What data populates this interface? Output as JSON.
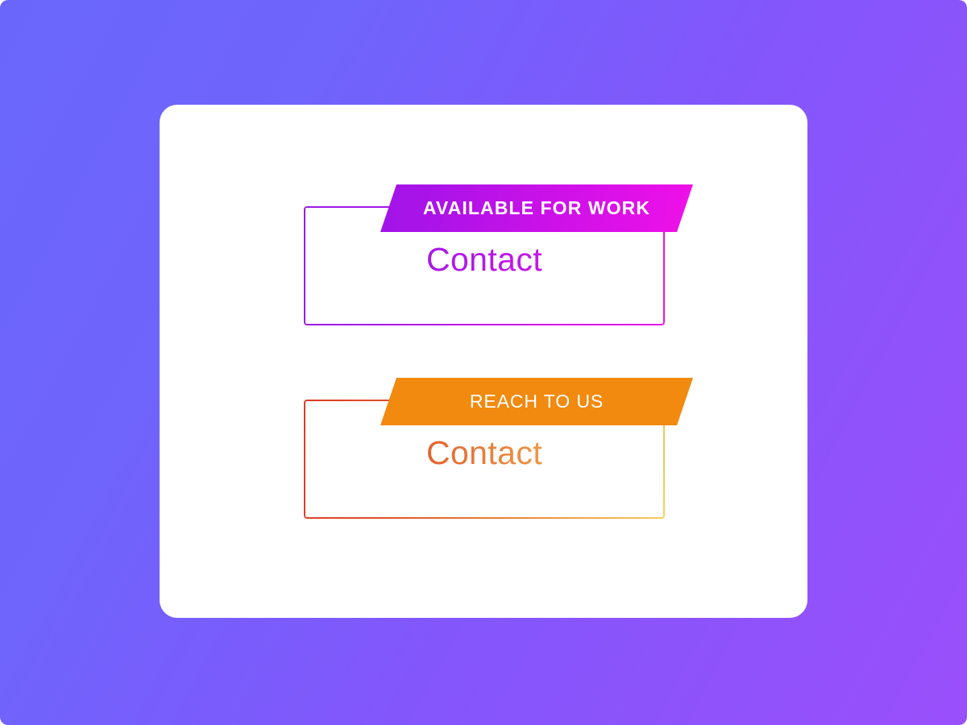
{
  "page": {
    "background_gradient_from": "#6A66FC",
    "background_gradient_to": "#9A4FFB"
  },
  "card": {
    "background": "#FFFFFF"
  },
  "widgets": [
    {
      "id": "available-for-work",
      "ribbon_label": "AVAILABLE FOR WORK",
      "box_label": "Contact",
      "ribbon_gradient_from": "#A114E8",
      "ribbon_gradient_to": "#F010E8",
      "border_gradient_from": "#9A1AE6",
      "border_gradient_to": "#EF10E9",
      "text_gradient_from": "#8A22E4",
      "text_gradient_to": "#E912E9",
      "ribbon_text_color": "#FFFFFF"
    },
    {
      "id": "reach-to-us",
      "ribbon_label": "REACH TO US",
      "box_label": "Contact",
      "ribbon_gradient_from": "#F18A0F",
      "ribbon_gradient_to": "#F18A0F",
      "border_gradient_from": "#DC3B22",
      "border_gradient_to": "#F8CC60",
      "text_gradient_from": "#D93A20",
      "text_gradient_to": "#F7C55C",
      "ribbon_text_color": "#FFFFFF"
    }
  ]
}
